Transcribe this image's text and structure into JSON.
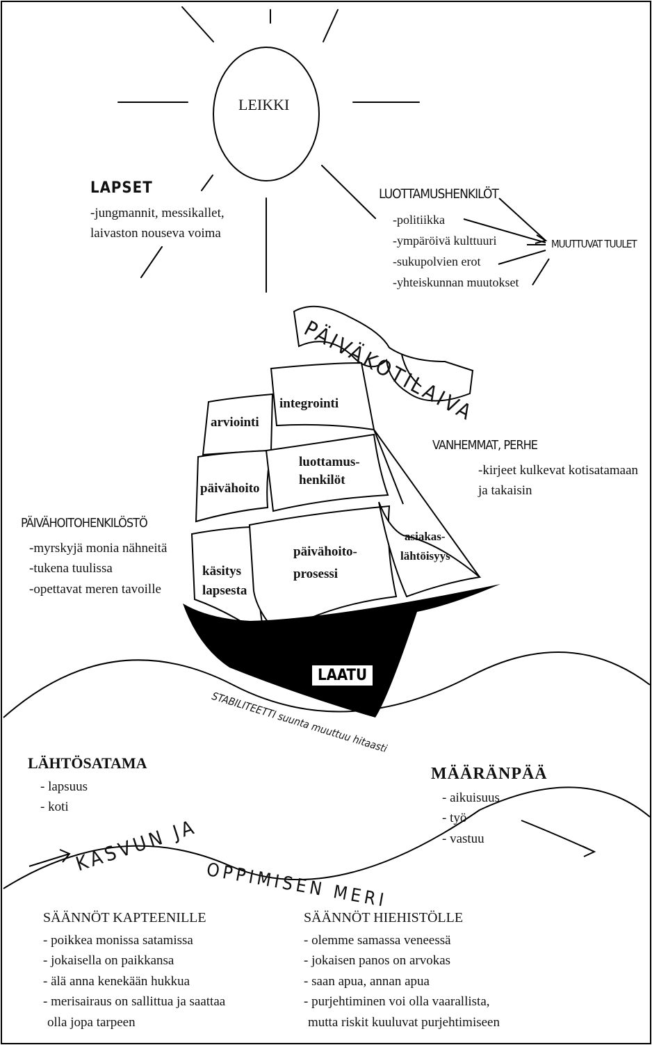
{
  "sun": {
    "label": "LEIKKI"
  },
  "lapset": {
    "title": "LAPSET",
    "lines": [
      "-jungmannit, messikallet,",
      "laivaston nouseva voima"
    ]
  },
  "luottamus": {
    "title": "LUOTTAMUSHENKILÖT",
    "items": [
      "-politiikka",
      "-ympäröivä kulttuuri",
      "-sukupolvien erot",
      "-yhteiskunnan muutokset"
    ],
    "winds": "MUUTTUVAT TUULET"
  },
  "banner": {
    "text": "PÄIVÄKOTILAIVA"
  },
  "sails": {
    "arviointi": "arviointi",
    "integrointi": "integrointi",
    "luottamus1": "luottamus-",
    "luottamus2": "henkilöt",
    "paivahoito": "päivähoito",
    "kasitys1": "käsitys",
    "kasitys2": "lapsesta",
    "prosessi1": "päivähoito-",
    "prosessi2": "prosessi",
    "asiakas1": "asiakas-",
    "asiakas2": "lähtöisyys"
  },
  "vanhemmat": {
    "title": "VANHEMMAT, PERHE",
    "lines": [
      "-kirjeet kulkevat kotisatamaan",
      "ja takaisin"
    ]
  },
  "henkilosto": {
    "title": "PÄIVÄHOITOHENKILÖSTÖ",
    "items": [
      "-myrskyjä monia nähneitä",
      "-tukena tuulissa",
      "-opettavat meren tavoille"
    ]
  },
  "hull": {
    "label": "LAATU",
    "stability": "STABILITEETTI suunta muuttuu hitaasti"
  },
  "lahtosatama": {
    "title": "LÄHTÖSATAMA",
    "items": [
      "- lapsuus",
      "- koti"
    ]
  },
  "maaranpaa": {
    "title": "MÄÄRÄNPÄÄ",
    "items": [
      "- aikuisuus",
      "- työ",
      "- vastuu"
    ]
  },
  "sea": {
    "line1": "KASVUN JA",
    "line2": "OPPIMISEN MERI"
  },
  "kapteeni": {
    "title": "SÄÄNNÖT KAPTEENILLE",
    "items": [
      "- poikkea monissa satamissa",
      "- jokaisella on paikkansa",
      "- älä anna kenekään hukkua",
      "- merisairaus on sallittua ja saattaa",
      "olla jopa tarpeen"
    ]
  },
  "miehisto": {
    "title": "SÄÄNNÖT HIEHISTÖLLE",
    "items": [
      "- olemme samassa veneessä",
      "- jokaisen panos on arvokas",
      "- saan apua, annan apua",
      "- purjehtiminen voi olla vaarallista,",
      "mutta riskit kuuluvat purjehtimiseen"
    ]
  }
}
